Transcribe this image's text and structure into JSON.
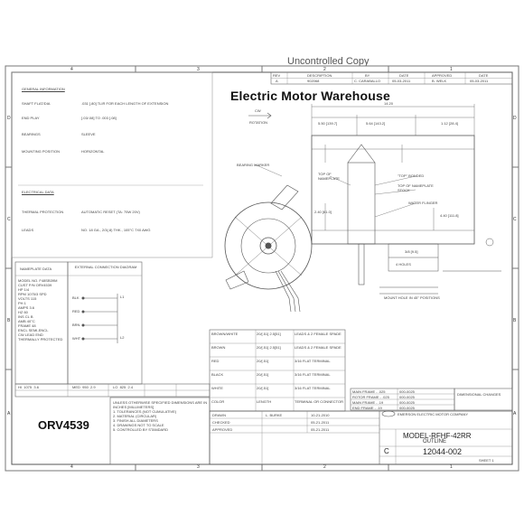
{
  "header": {
    "stamp": "Uncontrolled Copy"
  },
  "watermark": {
    "title": "Electric Motor Warehouse"
  },
  "grid": {
    "top_numbers": [
      "4",
      "3",
      "2",
      "1"
    ],
    "side_letters": [
      "D",
      "C",
      "B",
      "A"
    ]
  },
  "revision_block": {
    "row1": [
      "REV",
      "DESCRIPTION",
      "BY",
      "DATE",
      "APPROVED",
      "DATE"
    ],
    "row2": [
      "A",
      "902068",
      "C. CARABALLO",
      "05-03-2011",
      "B. WELK",
      "05-03-2011"
    ]
  },
  "general_info": {
    "heading": "GENERAL INFORMATION",
    "rows": [
      {
        "label": "SHAFT FLAT/DIA",
        "value": ".031 [.80] TLIR FOR EACH LENGTH OF EXTENSION"
      },
      {
        "label": "END PLAY",
        "value": "[.03/.08] TO .003 [.08]"
      },
      {
        "label": "BEARINGS",
        "value": "SLEEVE"
      },
      {
        "label": "MOUNTING POSITION",
        "value": "HORIZONTAL"
      }
    ]
  },
  "electrical": {
    "heading": "ELECTRICAL DATA",
    "rows": [
      {
        "label": "THERMAL PROTECTION",
        "value": "AUTOMATIC RESET (TA: 75W 20V)"
      },
      {
        "label": "LEADS",
        "value": "NO. 18 GA., 2/3(.8) THK., 105°C 7X0 AWG"
      }
    ]
  },
  "nameplate": {
    "heading": "NAMEPLATE DATA",
    "lines": [
      "MODEL NO. F48SB39M",
      "CUST P/N ORV4539",
      "HP 1/4",
      "RPM 1075/3 SPD",
      "VOLTS 115",
      "PH 1",
      "AMPS 3.6",
      "HZ 60",
      "INS CL B",
      "AMB 40°C",
      "FRAME 48",
      "ENCL SEMI-ENCL",
      "CW LEAD END",
      "THERMALLY PROTECTED"
    ]
  },
  "connection": {
    "heading": "EXTERNAL CONNECTION DIAGRAM",
    "labels": [
      "L1",
      "L2",
      "BLK",
      "RED",
      "BRN",
      "WHT"
    ]
  },
  "speed_table": {
    "rows": [
      [
        "HI",
        "1075",
        "3.6"
      ],
      [
        "MED",
        "950",
        "2.9"
      ],
      [
        "LO",
        "825",
        "2.4"
      ]
    ]
  },
  "lead_table": {
    "rows": [
      [
        "BROWN/WHITE",
        "20/[.51] 2.5[51]",
        "LEADS & 2 FEMALE SPADE"
      ],
      [
        "BROWN",
        "20/[.51] 2.5[51]",
        "LEADS & 2 FEMALE SPADE"
      ],
      [
        "RED",
        "20/[.51]",
        "3/16 FLAT TERMINAL"
      ],
      [
        "BLACK",
        "20/[.51]",
        "3/16 FLAT TERMINAL"
      ],
      [
        "WHITE",
        "20/[.51]",
        "3/16 FLAT TERMINAL"
      ],
      [
        "COLOR",
        "LENGTH",
        "TERMINAL OR CONNECTOR"
      ]
    ]
  },
  "main_frame_table": {
    "rows": [
      [
        "MAIN FRAME - .025",
        "000-0025"
      ],
      [
        "ROTOR FRAME - .025",
        "000-0025"
      ],
      [
        "MAIN FRAME - .19",
        "000-0025"
      ],
      [
        "END FRAME - .19",
        "000-0025"
      ]
    ]
  },
  "drawing_labels": {
    "bearing_marker": "BEARING MARKER",
    "top_nameplate": "TOP OF NAMEPLATE",
    "top_bonded": "\"TOP\" BONDED",
    "top_name_stock": "TOP OF NAMEPLATE STOCK",
    "water_flinger": "WATER FLINGER",
    "rotation": "CW",
    "rot_note": "ROTATION",
    "dim_total": "14.20",
    "dim_1": "5.50 [139.7]",
    "dim_2": "5.64 [143.2]",
    "dim_3": "1.12 [28.4]",
    "dim_4": "2.40 [61.0]",
    "dim_5": "4.40 [111.8]",
    "dim_6": "3/8 [9.5]",
    "holes": "4 HOLES",
    "mount_note": "MOUNT HOLE IN 45° POSITIONS"
  },
  "right_tables": {
    "title": "EMERSON MOTOR COMPANY",
    "right_note": "DIMENSIONAL CHANGES"
  },
  "notes_block": {
    "lines": [
      "UNLESS OTHERWISE SPECIFIED DIMENSIONS ARE IN INCHES [MILLIMETERS]",
      "1. TOLERANCES (NOT CUMULATIVE)",
      "2. MATERIAL (CIRCULAR)",
      "3. FINISH ALL DIAMETERS",
      "4. DRAWINGS NOT TO SCALE",
      "5. CONTROLLED BY STANDARD"
    ]
  },
  "title_block": {
    "part_label": "ORV4539",
    "model": "MODEL-RFHF-42RR",
    "outline": "OUTLINE",
    "size_letter": "C",
    "drawing_number": "12044-002",
    "sheet": "SHEET 1",
    "drawn": "DRAWN",
    "checked": "CHECKED",
    "approved": "APPROVED",
    "drawn_by": "L. BURKE",
    "drawn_date": "10-21-2010",
    "checked_date": "05-21-2011",
    "approved_date": "05-21-2011",
    "company": "EMERSON ELECTRIC MOTOR COMPANY"
  }
}
